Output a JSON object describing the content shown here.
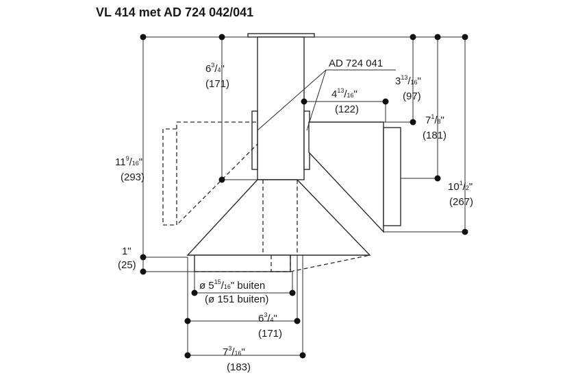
{
  "title": "VL 414 met AD 724 042/041",
  "callout": "AD 724 041",
  "dims": {
    "d1_frac": "6",
    "d1_num": "3",
    "d1_den": "4",
    "d1_mm": "(171)",
    "d2_int": "3",
    "d2_num": "13",
    "d2_den": "16",
    "d2_mm": "(97)",
    "d3_int": "4",
    "d3_num": "13",
    "d3_den": "16",
    "d3_mm": "(122)",
    "d4_int": "7",
    "d4_num": "1",
    "d4_den": "8",
    "d4_mm": "(181)",
    "d5_int": "11",
    "d5_num": "9",
    "d5_den": "16",
    "d5_mm": "(293)",
    "d6_int": "10",
    "d6_num": "1",
    "d6_den": "2",
    "d6_mm": "(267)",
    "d7_in": "1\"",
    "d7_mm": "(25)",
    "d8_pre": "ø 5",
    "d8_num": "15",
    "d8_den": "16",
    "d8_post": "\" buiten",
    "d8_mm": "(ø 151 buiten)",
    "d9_int": "6",
    "d9_num": "3",
    "d9_den": "4",
    "d9_mm": "(171)",
    "d10_int": "7",
    "d10_num": "3",
    "d10_den": "16",
    "d10_mm": "(183)"
  },
  "colors": {
    "line": "#2a2a2a",
    "background": "#ffffff"
  }
}
